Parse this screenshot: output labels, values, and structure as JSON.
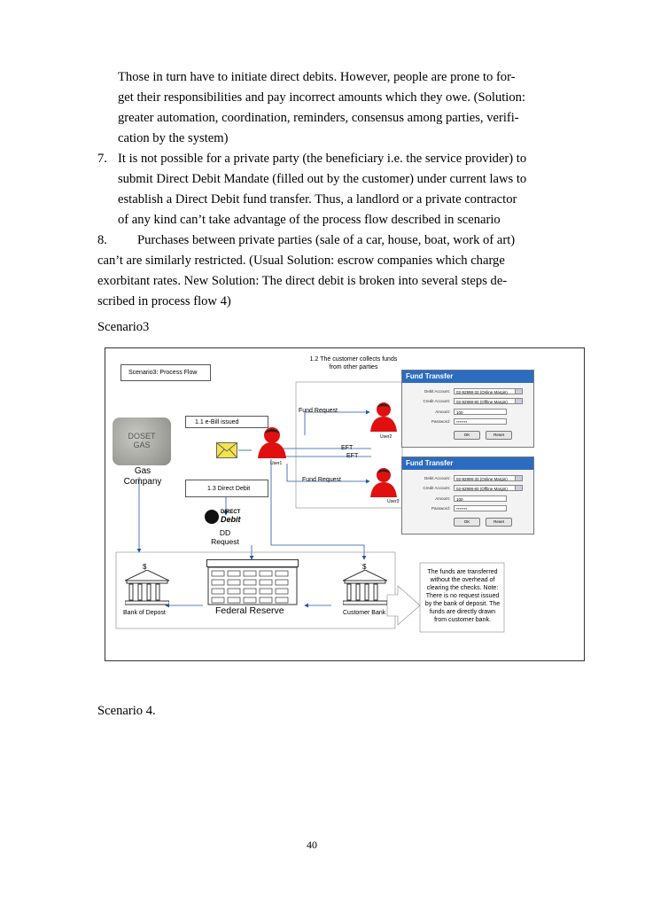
{
  "body_lines": [
    {
      "text": "Those in turn have to initiate direct debits. However, people are prone to for-"
    },
    {
      "text": "get their responsibilities and pay incorrect amounts which they owe. (Solution:"
    },
    {
      "text": "greater automation, coordination, reminders, consensus among parties, verifi-"
    },
    {
      "text": "cation by the system)"
    },
    {
      "text": "It is not possible for a private party (the beneficiary i.e. the service provider) to"
    },
    {
      "text": "submit Direct Debit Mandate (filled out by the customer) under current laws to"
    },
    {
      "text": "establish a Direct Debit fund transfer. Thus, a landlord or a private contractor"
    },
    {
      "text": "of any kind can’t take advantage of the process flow described in scenario"
    },
    {
      "text": "Purchases between private parties (sale of a car, house, boat, work of art)"
    },
    {
      "text": "can’t are similarly restricted.  (Usual Solution: escrow companies which charge"
    },
    {
      "text": "exorbitant rates. New Solution: The direct debit is broken into several steps de-"
    },
    {
      "text": "scribed in process flow 4)"
    }
  ],
  "item_numbers": {
    "seven": "7.",
    "eight": "8."
  },
  "scenario3_heading": "Scenario3",
  "scenario4_heading": "Scenario 4.",
  "page_number": "40",
  "diagram": {
    "title": "Scenario3: Process Flow",
    "step_1_1": "1.1 e-Bill issued",
    "step_1_2": "1.2 The customer collects funds from other parties",
    "step_1_3": "1.3 Direct Debit",
    "gas_meter_text": "DOSET GAS",
    "gas_company": "Gas Company",
    "fund_request_1": "Fund Request",
    "fund_request_2": "Fund Request",
    "eft_1": "EFT",
    "eft_2": "EFT",
    "user1": "User1",
    "user2": "User2",
    "user3": "User3",
    "direct_debit_logo_top": "DIRECT",
    "direct_debit_logo_bottom": "Debit",
    "dd_request": "DD Request",
    "dollar_left": "$",
    "dollar_right": "$",
    "bank_of_deposit": "Bank of Depost",
    "federal_reserve": "Federal Reserve",
    "customer_bank": "Customer Bank",
    "note": "The funds are transferred without the overhead of clearing the checks. Note: There is no request issued by the bank of deposit. The funds are directly drawn from customer bank.",
    "fund_transfer_forms": [
      {
        "title": "Fund Transfer",
        "debit_label": "Debit Account:",
        "debit_value": "02-82998-33 (Online Margin)",
        "credit_label": "Credit Account:",
        "credit_value": "02-82998-80 (Offline Margin)",
        "amount_label": "Amount:",
        "amount_value": "100",
        "password_label": "Password:",
        "password_value": "*******",
        "ok": "OK",
        "reset": "Reset"
      },
      {
        "title": "Fund Transfer",
        "debit_label": "Debit Account:",
        "debit_value": "02-82998-33 (Online Margin)",
        "credit_label": "Credit Account:",
        "credit_value": "02-82998-80 (Offline Margin)",
        "amount_label": "Amount:",
        "amount_value": "100",
        "password_label": "Password:",
        "password_value": "*******",
        "ok": "OK",
        "reset": "Reset"
      }
    ]
  },
  "colors": {
    "person_red": "#e01010",
    "form_header": "#2b6cc1",
    "envelope": "#f5e34a"
  }
}
